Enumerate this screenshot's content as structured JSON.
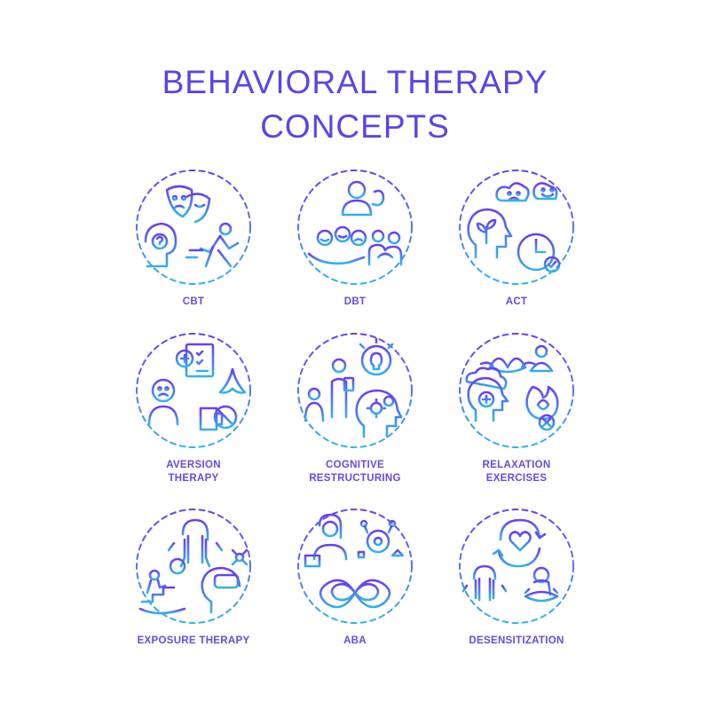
{
  "title": {
    "line1": "BEHAVIORAL THERAPY",
    "line2": "CONCEPTS"
  },
  "colors": {
    "gradient_top": "#6a3ff0",
    "gradient_bottom": "#34b3ea",
    "label": "#6a49e0"
  },
  "items": [
    {
      "id": "cbt",
      "label1": "CBT",
      "label2": "",
      "icons": [
        "theater-masks-icon",
        "person-question-icon",
        "running-person-icon"
      ]
    },
    {
      "id": "dbt",
      "label1": "DBT",
      "label2": "",
      "icons": [
        "therapist-icon",
        "emotions-hand-icon",
        "group-icon"
      ]
    },
    {
      "id": "act",
      "label1": "ACT",
      "label2": "",
      "icons": [
        "mood-clouds-icon",
        "head-plant-icon",
        "clock-check-icon"
      ]
    },
    {
      "id": "aversion",
      "label1": "AVERSION",
      "label2": "THERAPY",
      "icons": [
        "brain-checklist-icon",
        "sad-person-icon",
        "no-substance-icon"
      ]
    },
    {
      "id": "cognitive",
      "label1": "COGNITIVE",
      "label2": "RESTRUCTURING",
      "icons": [
        "lightbulb-cycle-icon",
        "therapist-patient-icon",
        "head-gears-icon"
      ]
    },
    {
      "id": "relaxation",
      "label1": "RELAXATION",
      "label2": "EXERCISES",
      "icons": [
        "lotus-meditation-icon",
        "head-plus-icon",
        "calm-fire-icon"
      ]
    },
    {
      "id": "exposure",
      "label1": "EXPOSURE THERAPY",
      "label2": "",
      "icons": [
        "anxious-person-icon",
        "stairs-alert-icon",
        "vr-headset-spider-icon"
      ]
    },
    {
      "id": "aba",
      "label1": "ABA",
      "label2": "",
      "icons": [
        "teacher-icon",
        "network-eye-icon",
        "infinity-icon"
      ]
    },
    {
      "id": "desensitization",
      "label1": "DESENSITIZATION",
      "label2": "",
      "icons": [
        "heart-cycle-icon",
        "anxious-person-icon",
        "meditation-person-icon"
      ]
    }
  ]
}
